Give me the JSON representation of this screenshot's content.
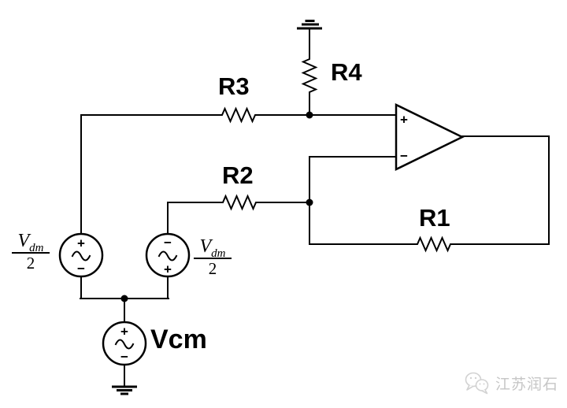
{
  "colors": {
    "ink": "#000000",
    "background": "#ffffff",
    "watermark": "#c6c6c6"
  },
  "labels": {
    "r1": "R1",
    "r2": "R2",
    "r3": "R3",
    "r4": "R4",
    "vcm": "Vcm"
  },
  "vdm_fraction": {
    "base": "V",
    "subscript": "dm",
    "denominator": "2"
  },
  "polarity": {
    "plus": "+",
    "minus": "−"
  },
  "opamp": {
    "noninverting": "+",
    "inverting": "−"
  },
  "watermark": {
    "text": "江苏润石"
  }
}
